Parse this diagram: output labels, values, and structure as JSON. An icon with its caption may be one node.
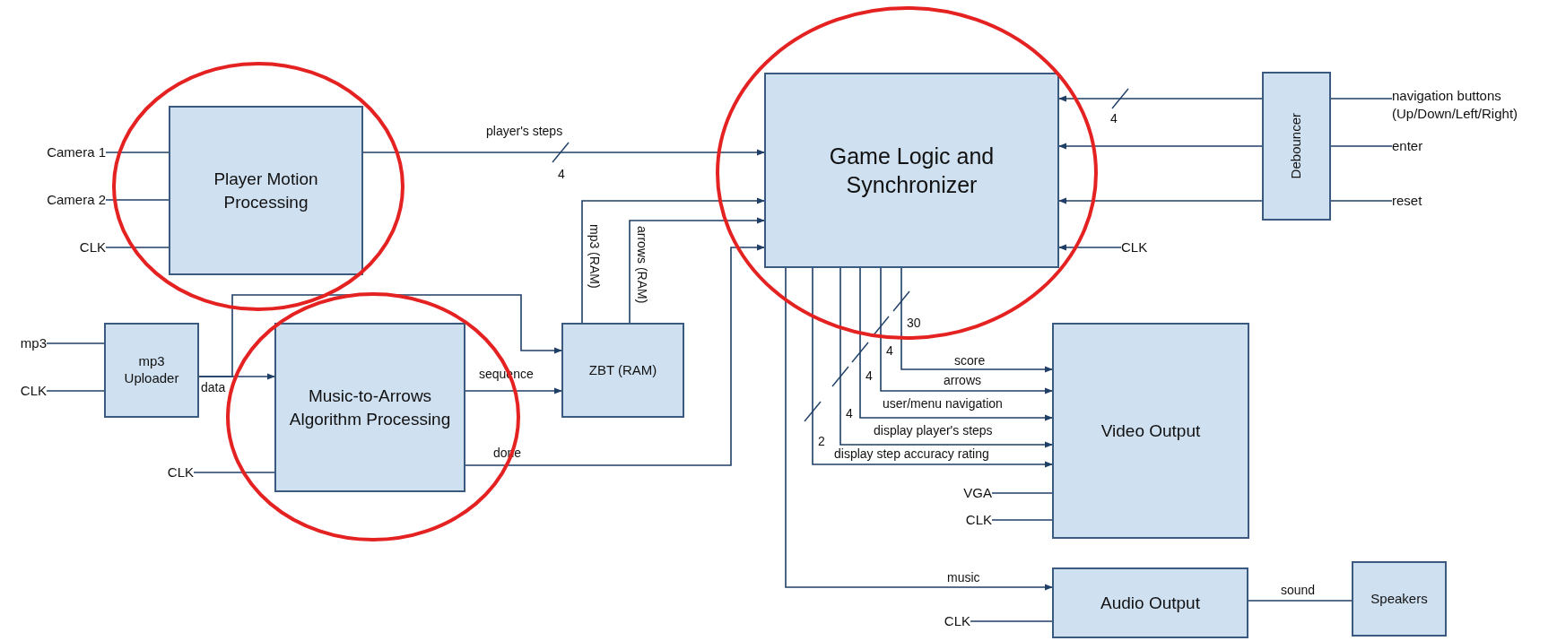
{
  "diagram": {
    "nodes": [
      {
        "text": [
          "Player Motion Processing"
        ]
      },
      {
        "text": [
          "Game Logic and Synchronizer"
        ]
      },
      {
        "text": [
          "Debouncer"
        ]
      },
      {
        "text": [
          "mp3 Uploader"
        ]
      },
      {
        "text": [
          "Music-to-Arrows Algorithm Processing"
        ]
      },
      {
        "text": [
          "ZBT (RAM)"
        ]
      },
      {
        "text": [
          "Video Output"
        ]
      },
      {
        "text": [
          "Audio Output"
        ]
      },
      {
        "text": [
          "Speakers"
        ]
      },
      {
        "text": [
          "Camera 1"
        ]
      },
      {
        "text": [
          "Camera 2"
        ]
      },
      {
        "text": [
          "CLK"
        ]
      },
      {
        "text": [
          "navigation buttons (Up/Down/Left/Right)"
        ]
      },
      {
        "text": [
          "enter"
        ]
      },
      {
        "text": [
          "reset"
        ]
      },
      {
        "text": [
          "mp3"
        ]
      },
      {
        "text": [
          "CLK"
        ]
      },
      {
        "text": [
          "CLK"
        ]
      },
      {
        "text": [
          "CLK"
        ]
      },
      {
        "text": [
          "VGA"
        ]
      },
      {
        "text": [
          "CLK"
        ]
      },
      {
        "text": [
          "CLK"
        ]
      }
    ],
    "edges": [
      {
        "from": 9,
        "to": 0,
        "arrow": "none"
      },
      {
        "from": 10,
        "to": 0,
        "arrow": "none"
      },
      {
        "from": 11,
        "to": 0,
        "arrow": "none"
      },
      {
        "from": 0,
        "to": 1,
        "arrow": "to",
        "label": "player's steps"
      },
      {
        "from": 2,
        "to": 1,
        "arrow": "to"
      },
      {
        "from": 2,
        "to": 1,
        "arrow": "to"
      },
      {
        "from": 2,
        "to": 1,
        "arrow": "to"
      },
      {
        "from": 12,
        "to": 2,
        "arrow": "none"
      },
      {
        "from": 13,
        "to": 2,
        "arrow": "none"
      },
      {
        "from": 14,
        "to": 2,
        "arrow": "none"
      },
      {
        "from": 17,
        "to": 1,
        "arrow": "to"
      },
      {
        "from": 5,
        "to": 1,
        "arrow": "to",
        "label": "mp3 (RAM)"
      },
      {
        "from": 5,
        "to": 1,
        "arrow": "to",
        "label": "arrows (RAM)"
      },
      {
        "from": 4,
        "to": 1,
        "arrow": "to",
        "label": "done"
      },
      {
        "from": 15,
        "to": 3,
        "arrow": "none"
      },
      {
        "from": 16,
        "to": 3,
        "arrow": "none"
      },
      {
        "from": 3,
        "to": 4,
        "arrow": "to",
        "label": "data"
      },
      {
        "from": 3,
        "to": 5,
        "arrow": "to"
      },
      {
        "from": 4,
        "to": 5,
        "arrow": "to",
        "label": "sequence"
      },
      {
        "from": 18,
        "to": 4,
        "arrow": "none"
      },
      {
        "from": 1,
        "to": 6,
        "arrow": "to",
        "label": "score"
      },
      {
        "from": 1,
        "to": 6,
        "arrow": "to",
        "label": "arrows"
      },
      {
        "from": 1,
        "to": 6,
        "arrow": "to",
        "label": "user/menu navigation"
      },
      {
        "from": 1,
        "to": 6,
        "arrow": "to",
        "label": "display player's steps"
      },
      {
        "from": 1,
        "to": 6,
        "arrow": "to",
        "label": "display step accuracy rating"
      },
      {
        "from": 19,
        "to": 6,
        "arrow": "none"
      },
      {
        "from": 20,
        "to": 6,
        "arrow": "none"
      },
      {
        "from": 1,
        "to": 7,
        "arrow": "to",
        "label": "music"
      },
      {
        "from": 21,
        "to": 7,
        "arrow": "none"
      },
      {
        "from": 7,
        "to": 8,
        "arrow": "none",
        "label": "sound"
      }
    ],
    "labels": [
      "4",
      "4",
      "30",
      "4",
      "4",
      "4",
      "2"
    ]
  }
}
